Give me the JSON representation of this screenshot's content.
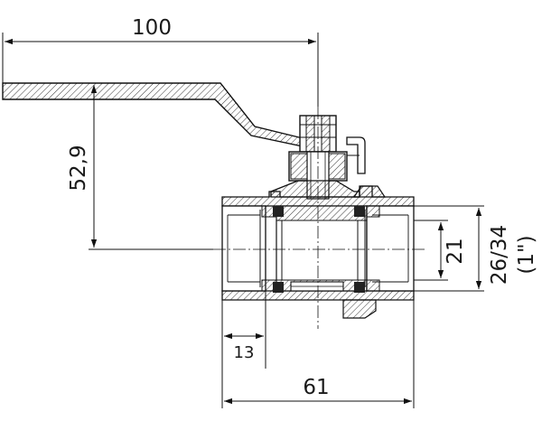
{
  "dimensions": {
    "overall_length_handle": "100",
    "handle_height": "52,9",
    "thread_length": "13",
    "body_length": "61",
    "bore_diameter": "21",
    "thread_size": "26/34",
    "thread_inch": "(1\")"
  }
}
